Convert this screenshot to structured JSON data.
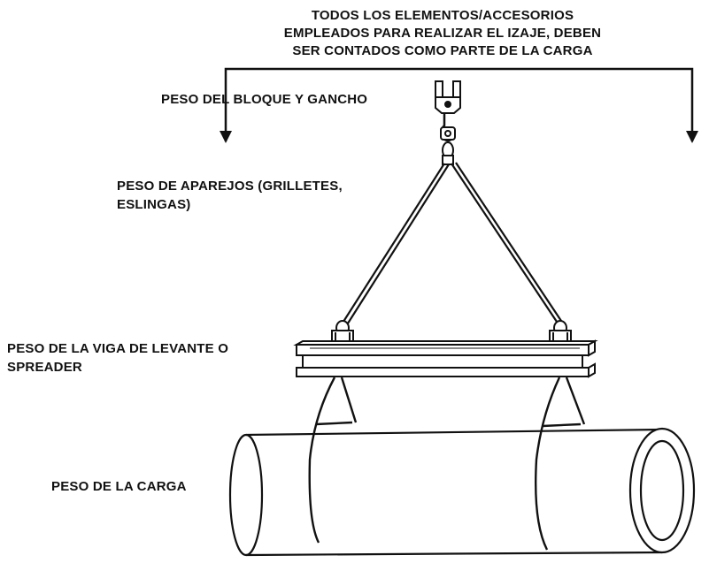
{
  "header": {
    "line_1": "TODOS LOS ELEMENTOS/ACCESORIOS",
    "line_2": "EMPLEADOS PARA REALIZAR EL IZAJE, DEBEN",
    "line_3": "SER CONTADOS COMO PARTE DE LA CARGA"
  },
  "labels": {
    "block_hook": "PESO DEL BLOQUE Y GANCHO",
    "rigging_line_1": "PESO DE APAREJOS (GRILLETES,",
    "rigging_line_2": "ESLINGAS)",
    "spreader_line_1": "PESO DE LA VIGA DE LEVANTE O",
    "spreader_line_2": "SPREADER",
    "load": "PESO DE LA CARGA"
  },
  "colors": {
    "ink": "#111111",
    "background": "#ffffff"
  }
}
